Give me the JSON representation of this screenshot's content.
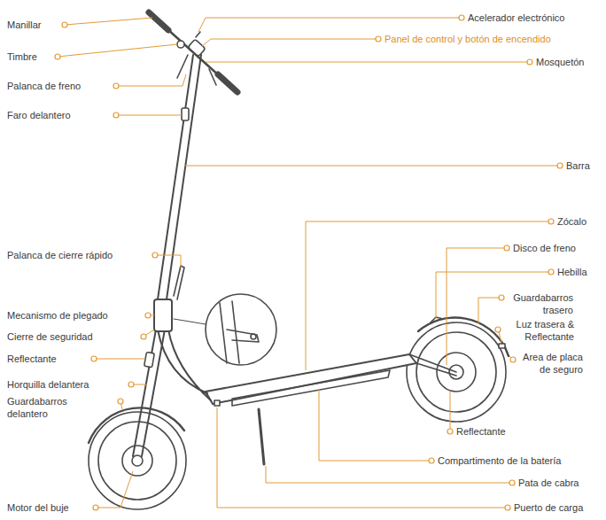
{
  "diagram": {
    "labels": [
      "Manillar",
      "Acelerador electrónico",
      "Panel de control y botón de encendido",
      "Timbre",
      "Mosquetón",
      "Palanca de freno",
      "Faro delantero",
      "Barra",
      "Zócalo",
      "Disco de freno",
      "Palanca de cierre rápido",
      "Hebilla",
      "Guardabarros trasero",
      "Mecanismo de plegado",
      "Luz trasera & Reflectante",
      "Cierre de seguridad",
      "Area de placa de seguro",
      "Reflectante",
      "Horquilla delantera",
      "Guardabarros delantero",
      "Reflectante",
      "Compartimento de la batería",
      "Pata de cabra",
      "Motor del buje",
      "Puerto de carga"
    ]
  }
}
